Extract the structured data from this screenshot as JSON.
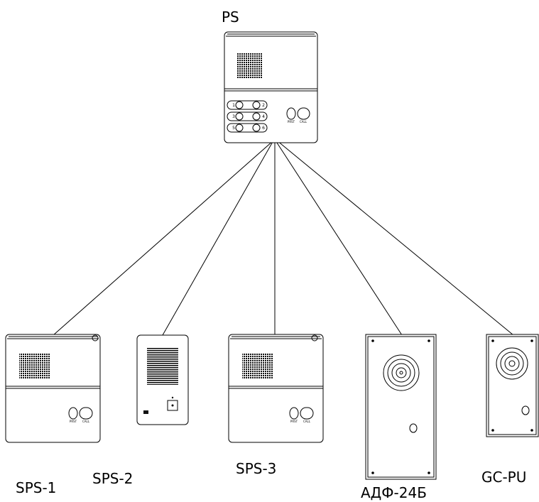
{
  "diagram": {
    "hub": {
      "label": "PS",
      "keypad_keys": [
        "1",
        "2",
        "3",
        "4",
        "5",
        "6"
      ],
      "button_labels": [
        "PRST",
        "CALL"
      ]
    },
    "devices": [
      {
        "id": "sps1",
        "label": "SPS-1",
        "button_labels": [
          "PRST",
          "CALL"
        ]
      },
      {
        "id": "sps2",
        "label": "SPS-2"
      },
      {
        "id": "sps3",
        "label": "SPS-3",
        "button_labels": [
          "PRST",
          "CALL"
        ]
      },
      {
        "id": "adf24b",
        "label": "АДФ-24Б"
      },
      {
        "id": "gcpu",
        "label": "GC-PU"
      }
    ]
  }
}
